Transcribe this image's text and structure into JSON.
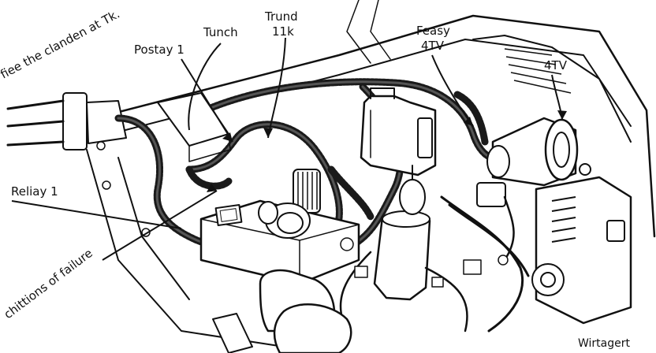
{
  "labels": {
    "top_diagonal": "fiee the clanden at Tk.",
    "postay": "Postay 1",
    "tunch": "Tunch",
    "trund_line1": "Trund",
    "trund_line2": "11k",
    "feasy_line1": "Feasy",
    "feasy_line2": "4TV",
    "right_4tv": "4TV",
    "relay": "Reliay 1",
    "bottom_diagonal": "chittions of failure",
    "watermark": "Wirtagert"
  },
  "colors": {
    "ink": "#111111",
    "background": "#ffffff",
    "harness": "#1a1a1a"
  }
}
